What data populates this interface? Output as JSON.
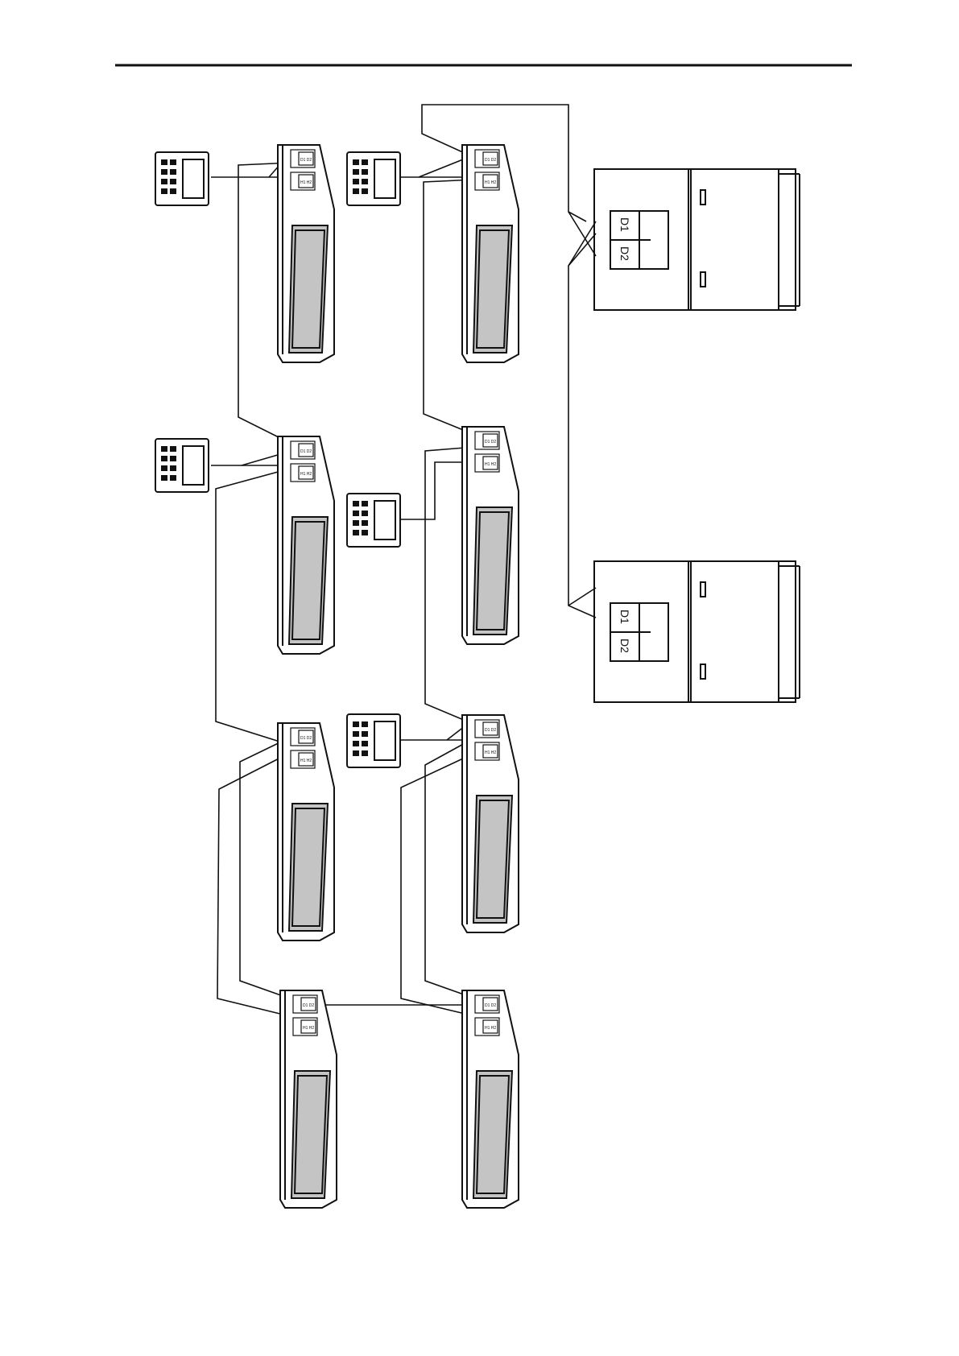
{
  "outdoor_units": [
    {
      "terminal_labels": [
        "D1",
        "D2"
      ]
    },
    {
      "terminal_labels": [
        "D1",
        "D2"
      ]
    }
  ],
  "indoor_units": [
    {
      "terminal_labels": [
        "D1 D2",
        "H1 H2"
      ]
    },
    {
      "terminal_labels": [
        "D1 D2",
        "H1 H2"
      ]
    },
    {
      "terminal_labels": [
        "D1 D2",
        "H1 H2"
      ]
    },
    {
      "terminal_labels": [
        "D1 D2",
        "H1 H2"
      ]
    },
    {
      "terminal_labels": [
        "D1 D2",
        "H1 H2"
      ]
    },
    {
      "terminal_labels": [
        "D1 D2",
        "H1 H2"
      ]
    },
    {
      "terminal_labels": [
        "D1 D2",
        "H1 H2"
      ]
    },
    {
      "terminal_labels": [
        "D1 D2",
        "H1 H2"
      ]
    }
  ],
  "colors": {
    "line": "#111111",
    "panel": "#c4c4c4",
    "background": "#ffffff"
  },
  "icons": {
    "controller": "wired-controller-icon",
    "indoor": "ducted-indoor-unit-icon",
    "outdoor": "outdoor-unit-icon"
  }
}
